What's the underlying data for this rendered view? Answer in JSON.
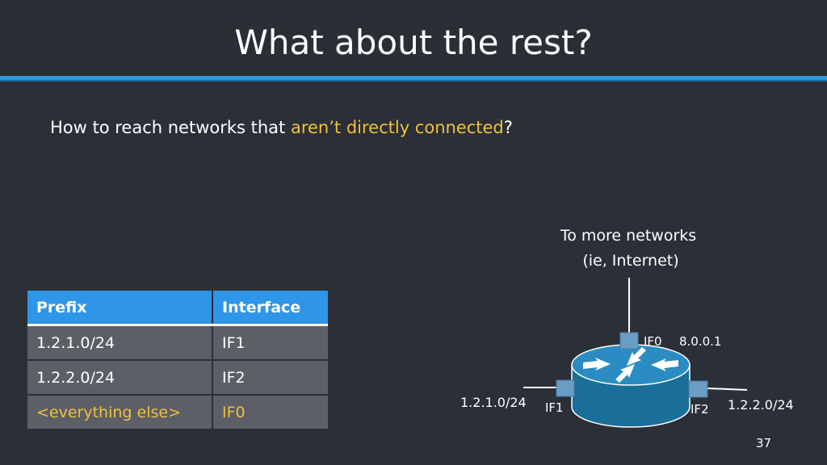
{
  "slide": {
    "title": "What about the rest?",
    "question_pre": "How to reach networks that ",
    "question_highlight": "aren’t directly connected",
    "question_post": "?",
    "page_number": "37"
  },
  "table": {
    "headers": [
      "Prefix",
      "Interface"
    ],
    "rows": [
      [
        "1.2.1.0/24",
        "IF1"
      ],
      [
        "1.2.2.0/24",
        "IF2"
      ],
      [
        "<everything else>",
        "IF0"
      ]
    ]
  },
  "diagram": {
    "upstream_line1": "To more networks",
    "upstream_line2": "(ie, Internet)",
    "if0_label": "IF0",
    "if0_address": "8.0.0.1",
    "if1_label": "IF1",
    "if1_network": "1.2.1.0/24",
    "if2_label": "IF2",
    "if2_network": "1.2.2.0/24"
  },
  "colors": {
    "accent": "#2d9cdb",
    "highlight": "#f0c040",
    "router_body": "#1a6f9a",
    "router_top": "#2a8cc2",
    "port": "#6a9cc4"
  }
}
